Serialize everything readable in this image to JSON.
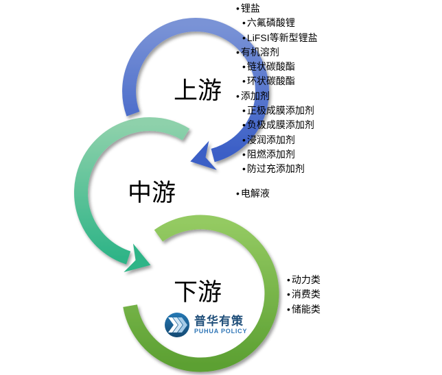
{
  "bullet_char": "•",
  "stages": [
    {
      "id": "upstream",
      "label": "上游",
      "ring_color_top": "#7a93d6",
      "ring_color_bottom": "#3a5ec6"
    },
    {
      "id": "midstream",
      "label": "中游",
      "ring_color_top": "#8ed1ab",
      "ring_color_bottom": "#2eb487"
    },
    {
      "id": "downstream",
      "label": "下游",
      "ring_color_top": "#94ca62",
      "ring_color_bottom": "#5ca032"
    }
  ],
  "lists": {
    "upstream": [
      {
        "text": "锂盐",
        "level": 1
      },
      {
        "text": "六氟磷酸锂",
        "level": 2
      },
      {
        "text": "LiFSI等新型锂盐",
        "level": 2
      },
      {
        "text": "有机溶剂",
        "level": 1
      },
      {
        "text": "链状碳酸酯",
        "level": 2
      },
      {
        "text": "环状碳酸酯",
        "level": 2
      },
      {
        "text": "添加剂",
        "level": 1
      },
      {
        "text": "正极成膜添加剂",
        "level": 2
      },
      {
        "text": "负极成膜添加剂",
        "level": 2
      },
      {
        "text": "浸润添加剂",
        "level": 2
      },
      {
        "text": "阻燃添加剂",
        "level": 2
      },
      {
        "text": "防过充添加剂",
        "level": 2
      }
    ],
    "midstream": [
      {
        "text": "电解液",
        "level": 1
      }
    ],
    "downstream": [
      {
        "text": "动力类",
        "level": 1
      },
      {
        "text": "消费类",
        "level": 1
      },
      {
        "text": "储能类",
        "level": 1
      }
    ]
  },
  "logo": {
    "name_cn": "普华有策",
    "name_en": "PUHUA POLICY",
    "icon_color": "#1d6397",
    "color_cn": "#1f4e79",
    "color_en": "#2e75b6"
  }
}
